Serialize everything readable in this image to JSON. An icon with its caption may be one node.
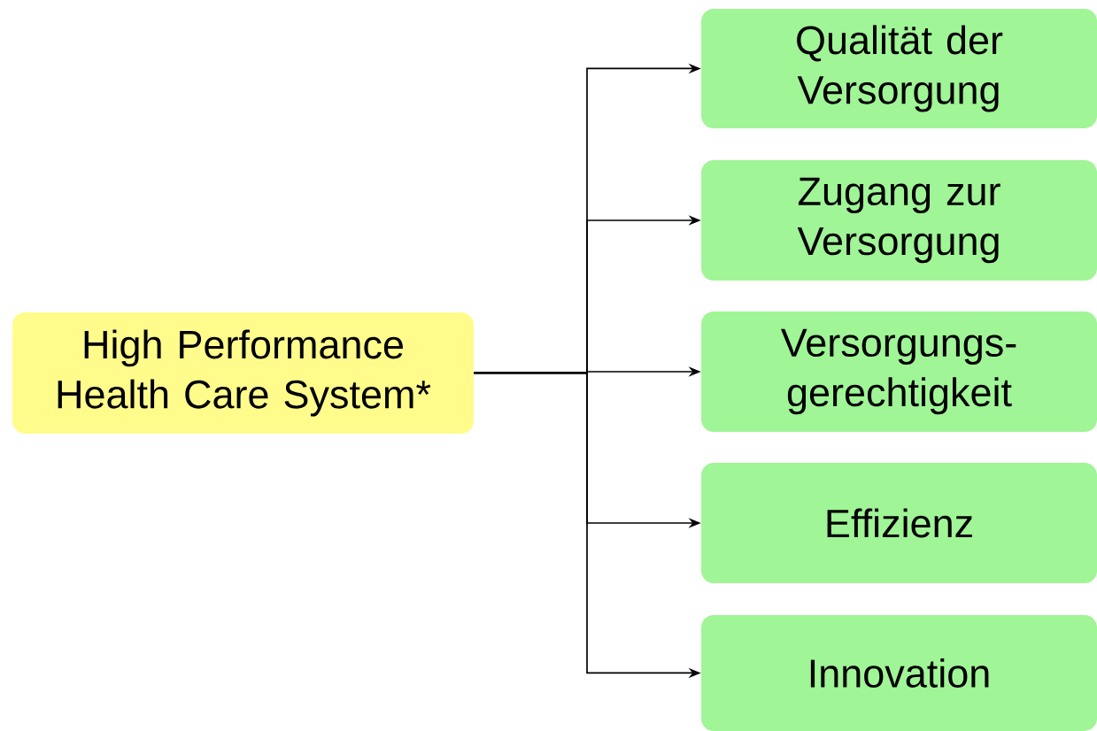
{
  "diagram": {
    "nodes": [
      {
        "text": [
          "High Performance Health Care System*"
        ]
      },
      {
        "text": [
          "Qualität der Versorgung"
        ]
      },
      {
        "text": [
          "Zugang zur Versorgung"
        ]
      },
      {
        "text": [
          "Versorgungs-gerechtigkeit"
        ]
      },
      {
        "text": [
          "Effizienz"
        ]
      },
      {
        "text": [
          "Innovation"
        ]
      }
    ],
    "edges": [
      {
        "from": 0,
        "to": 1,
        "arrow": "to"
      },
      {
        "from": 0,
        "to": 2,
        "arrow": "to"
      },
      {
        "from": 0,
        "to": 3,
        "arrow": "to"
      },
      {
        "from": 0,
        "to": 4,
        "arrow": "to"
      },
      {
        "from": 0,
        "to": 5,
        "arrow": "to"
      }
    ]
  }
}
